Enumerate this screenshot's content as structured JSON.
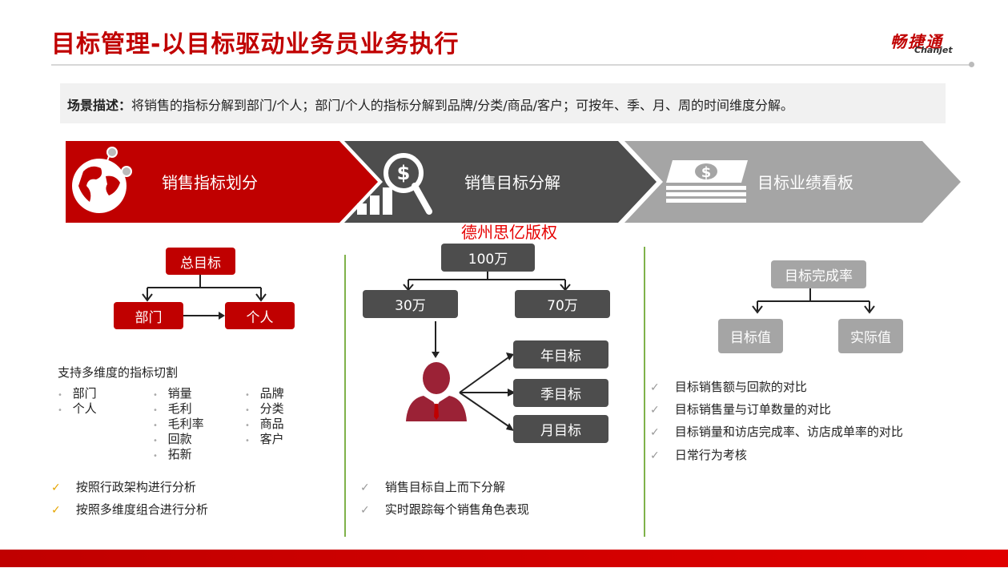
{
  "header": {
    "title": "目标管理-以目标驱动业务员业务执行",
    "logo_cn": "畅捷通",
    "logo_en": "Chanjet"
  },
  "scene": {
    "label": "场景描述：",
    "text": "将销售的指标分解到部门/个人；部门/个人的指标分解到品牌/分类/商品/客户；可按年、季、月、周的时间维度分解。"
  },
  "steps": [
    {
      "label": "销售指标划分",
      "icon": "globe-icon"
    },
    {
      "label": "销售目标分解",
      "icon": "search-dollar-icon"
    },
    {
      "label": "目标业绩看板",
      "icon": "money-stack-icon"
    }
  ],
  "watermark": "德州思亿版权",
  "left": {
    "top_box": "总目标",
    "dept_box": "部门",
    "person_box": "个人",
    "support_title": "支持多维度的指标切割",
    "col1": [
      "部门",
      "个人"
    ],
    "col2": [
      "销量",
      "毛利",
      "毛利率",
      "回款",
      "拓新"
    ],
    "col3": [
      "品牌",
      "分类",
      "商品",
      "客户"
    ],
    "checks": [
      "按照行政架构进行分析",
      "按照多维度组合进行分析"
    ]
  },
  "middle": {
    "top_box": "100万",
    "left_box": "30万",
    "right_box": "70万",
    "year": "年目标",
    "season": "季目标",
    "month": "月目标",
    "checks": [
      "销售目标自上而下分解",
      "实时跟踪每个销售角色表现"
    ]
  },
  "right": {
    "top_box": "目标完成率",
    "left_box": "目标值",
    "right_box": "实际值",
    "checks": [
      "目标销售额与回款的对比",
      "目标销售量与订单数量的对比",
      "目标销量和访店完成率、访店成单率的对比",
      "日常行为考核"
    ]
  },
  "colors": {
    "brand_red": "#c00000",
    "dark_grey": "#4d4d4d",
    "light_grey": "#a5a5a5",
    "divider_green": "#7fb24a"
  }
}
